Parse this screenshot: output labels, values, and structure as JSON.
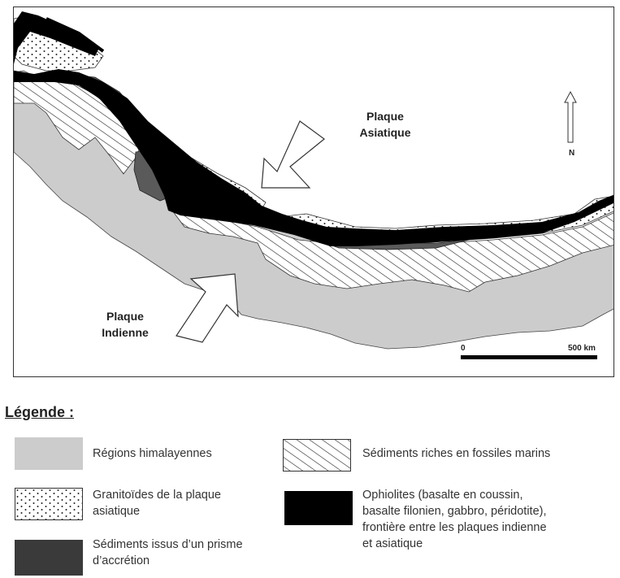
{
  "map": {
    "labels": {
      "asian_plate": "Plaque\nAsiatique",
      "indian_plate": "Plaque\nIndienne",
      "north": "N"
    },
    "scale": {
      "start": "0",
      "end": "500 km"
    },
    "colors": {
      "himalayan": "#cccccc",
      "ophiolite": "#000000",
      "accretion": "#5a5a5a",
      "granitoid_dots": "#222222",
      "hatch": "#222222"
    }
  },
  "legend": {
    "title": "Légende :",
    "items": [
      {
        "key": "himalayan",
        "text": "Régions himalayennes"
      },
      {
        "key": "marine",
        "text": "Sédiments riches en fossiles marins"
      },
      {
        "key": "granitoid",
        "text": "Granitoïdes de la plaque\nasiatique"
      },
      {
        "key": "ophiolite",
        "text": "Ophiolites (basalte en coussin,\nbasalte filonien, gabbro, péridotite),\nfrontière entre les plaques indienne\net asiatique"
      },
      {
        "key": "accretion",
        "text": "Sédiments issus d’un prisme\nd’accrétion"
      }
    ]
  }
}
